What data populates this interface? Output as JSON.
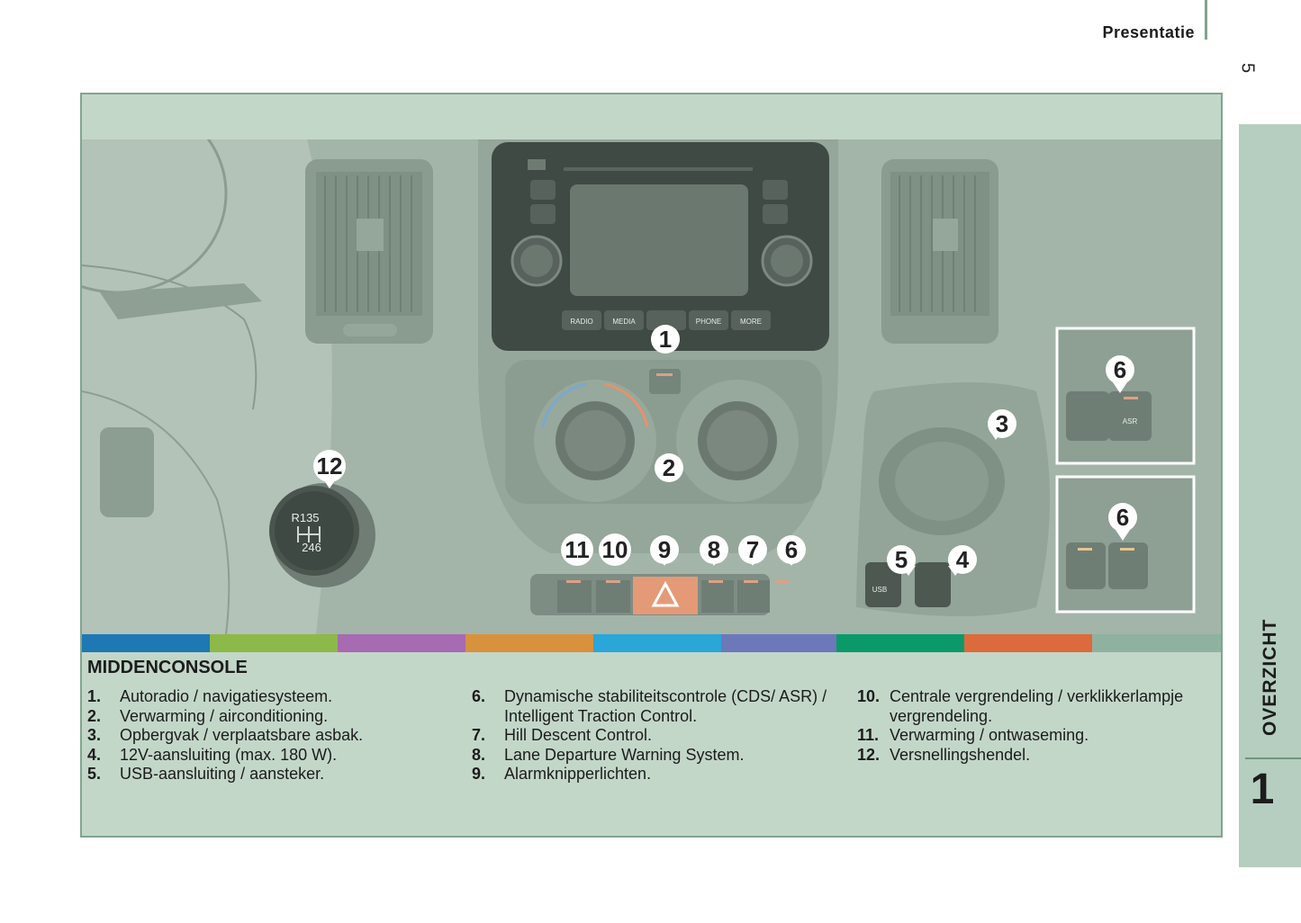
{
  "header": {
    "title": "Presentatie",
    "page_number": "5"
  },
  "side_tab": {
    "label": "OVERZICHT",
    "number": "1"
  },
  "section": {
    "title": "MIDDENCONSOLE"
  },
  "colors": {
    "frame_bg": "#c3d7c9",
    "frame_border": "#7fa58f",
    "strip": [
      "#1e78b4",
      "#8db84a",
      "#a66bb0",
      "#d8913c",
      "#2aa6d8",
      "#6d78b8",
      "#0a9a6a",
      "#dc6a3c",
      "#8fb2a0"
    ]
  },
  "callouts": {
    "c1": "1",
    "c2": "2",
    "c3": "3",
    "c4": "4",
    "c5": "5",
    "c6a": "6",
    "c6b": "6",
    "c6c": "6",
    "c7": "7",
    "c8": "8",
    "c9": "9",
    "c10": "10",
    "c11": "11",
    "c12": "12"
  },
  "photo_labels": {
    "radio": "RADIO",
    "media": "MEDIA",
    "phone": "PHONE",
    "more": "MORE",
    "usb": "USB",
    "asr": "ASR",
    "gear_top": "R135",
    "gear_bottom": "246"
  },
  "legend": {
    "col1": [
      {
        "num": "1.",
        "text": "Autoradio / navigatiesysteem."
      },
      {
        "num": "2.",
        "text": "Verwarming / airconditioning."
      },
      {
        "num": "3.",
        "text": "Opbergvak / verplaatsbare asbak."
      },
      {
        "num": "4.",
        "text": "12V-aansluiting (max. 180 W)."
      },
      {
        "num": "5.",
        "text": "USB-aansluiting / aansteker."
      }
    ],
    "col2": [
      {
        "num": "6.",
        "text": "Dynamische stabiliteitscontrole (CDS/ ASR) / Intelligent Traction Control."
      },
      {
        "num": "7.",
        "text": "Hill Descent Control."
      },
      {
        "num": "8.",
        "text": "Lane Departure Warning System."
      },
      {
        "num": "9.",
        "text": "Alarmknipperlichten."
      }
    ],
    "col3": [
      {
        "num": "10.",
        "text": "Centrale vergrendeling / verklikkerlampje vergrendeling."
      },
      {
        "num": "11.",
        "text": "Verwarming / ontwaseming."
      },
      {
        "num": "12.",
        "text": "Versnellingshendel."
      }
    ]
  }
}
